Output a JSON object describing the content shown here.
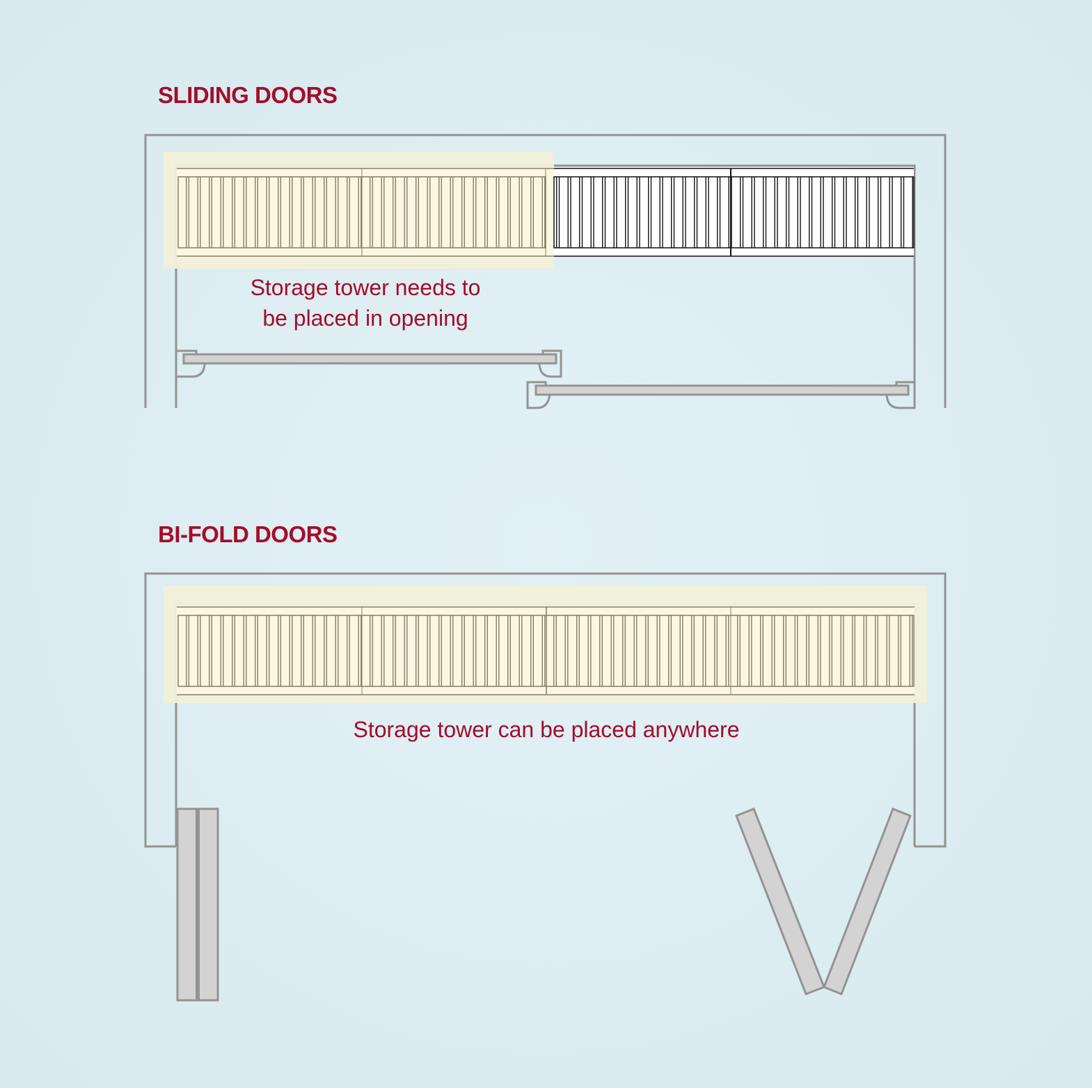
{
  "sections": [
    {
      "id": "sliding",
      "title": "SLIDING DOORS",
      "caption_lines": [
        "Storage tower needs to",
        "be placed in opening"
      ],
      "highlighted_shelf_units": 2,
      "total_shelf_units": 4,
      "door_type": "sliding",
      "door_count": 2
    },
    {
      "id": "bifold",
      "title": "BI-FOLD DOORS",
      "caption_lines": [
        "Storage tower can be placed anywhere"
      ],
      "highlighted_shelf_units": 4,
      "total_shelf_units": 4,
      "door_type": "bi-fold",
      "door_count": 2
    }
  ],
  "colors": {
    "title": "#a30d2b",
    "caption": "#a30d2b",
    "wall": "#939393",
    "door_fill": "#d3d3d3",
    "highlight": "#f1f0d9",
    "shelf_fill": "#fdf7e2",
    "shelf_line": "#857e66",
    "background": "#dcedf1"
  }
}
